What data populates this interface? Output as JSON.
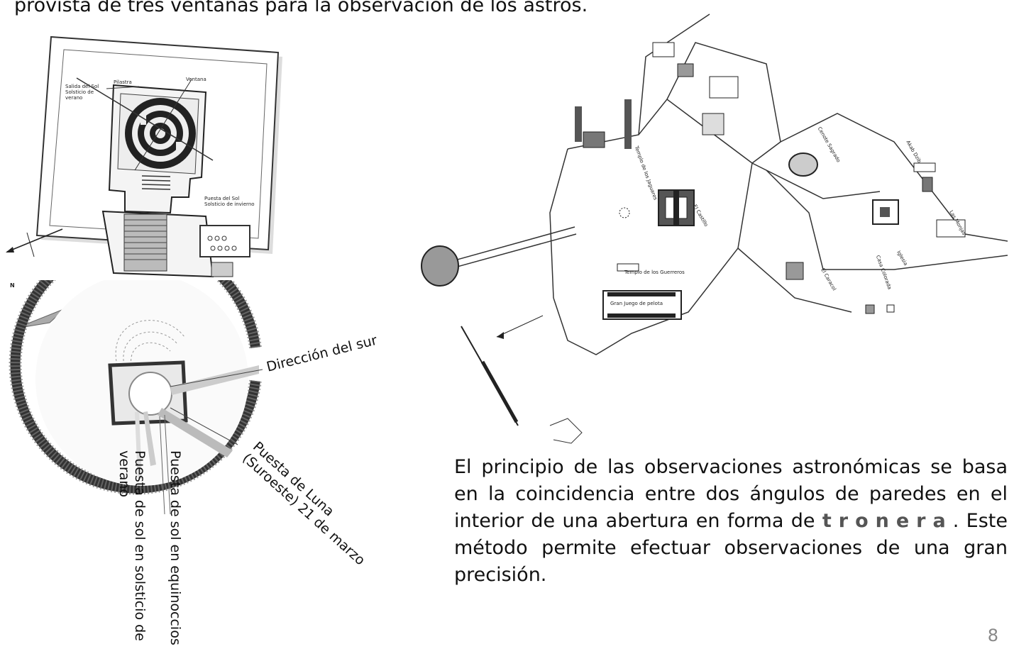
{
  "document": {
    "intro_text": "provista de tres ventanas para la observación de los astros.",
    "paragraph": {
      "before": "El principio de las observaciones astronómicas se basa en la coincidencia entre dos ángulos de paredes en el interior de una abertura en forma de ",
      "emphasis": "tronera",
      "after": ". Este método permite efectuar observaciones de una gran precisión."
    },
    "page_number": "8"
  },
  "plan_figure": {
    "labels": {
      "summer_sunset": "Salida del Sol Solsticio de verano",
      "pillar": "Pilastra",
      "window": "Ventana",
      "winter_sunset": "Puesta del Sol Solsticio de invierno",
      "north": "N"
    }
  },
  "circle_figure": {
    "labels": {
      "south_direction": "Dirección del sur",
      "moonset": "Puesta de Luna (Suroeste) 21 de marzo",
      "equinox_sunset": "Puesta de sol en equinoccios",
      "solstice_sunset": "Puesta de sol en solsticio de verano"
    }
  },
  "site_map": {
    "labels": [
      "El Castillo",
      "Templo de los Guerreros",
      "Gran Juego de pelota",
      "El Caracol",
      "Cenote Sagrado",
      "Casa Colorada",
      "Iglesia",
      "Las Monjas",
      "Akab Dzib",
      "Templo de los Jaguares"
    ]
  }
}
